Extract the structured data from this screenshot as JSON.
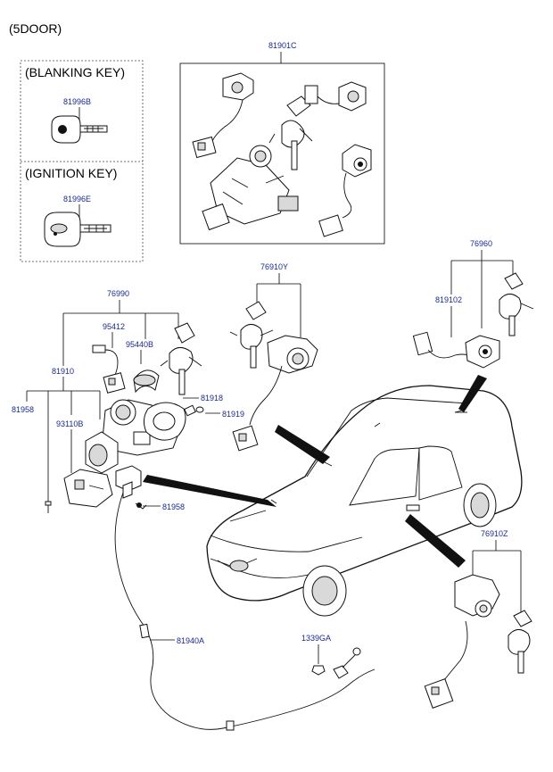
{
  "header": {
    "title": "(5DOOR)"
  },
  "boxes": {
    "blanking": {
      "label": "(BLANKING KEY)",
      "part": "81996B"
    },
    "ignition": {
      "label": "(IGNITION KEY)",
      "part": "81996E"
    }
  },
  "parts": {
    "p81901C": "81901C",
    "p76990": "76990",
    "p95412": "95412",
    "p95440B": "95440B",
    "p81910": "81910",
    "p81958a": "81958",
    "p93110B": "93110B",
    "p81918": "81918",
    "p81919": "81919",
    "p81958b": "81958",
    "p76910Y": "76910Y",
    "p76960": "76960",
    "p819102": "819102",
    "p76910Z": "76910Z",
    "p81940A": "81940A",
    "p1339GA": "1339GA"
  }
}
